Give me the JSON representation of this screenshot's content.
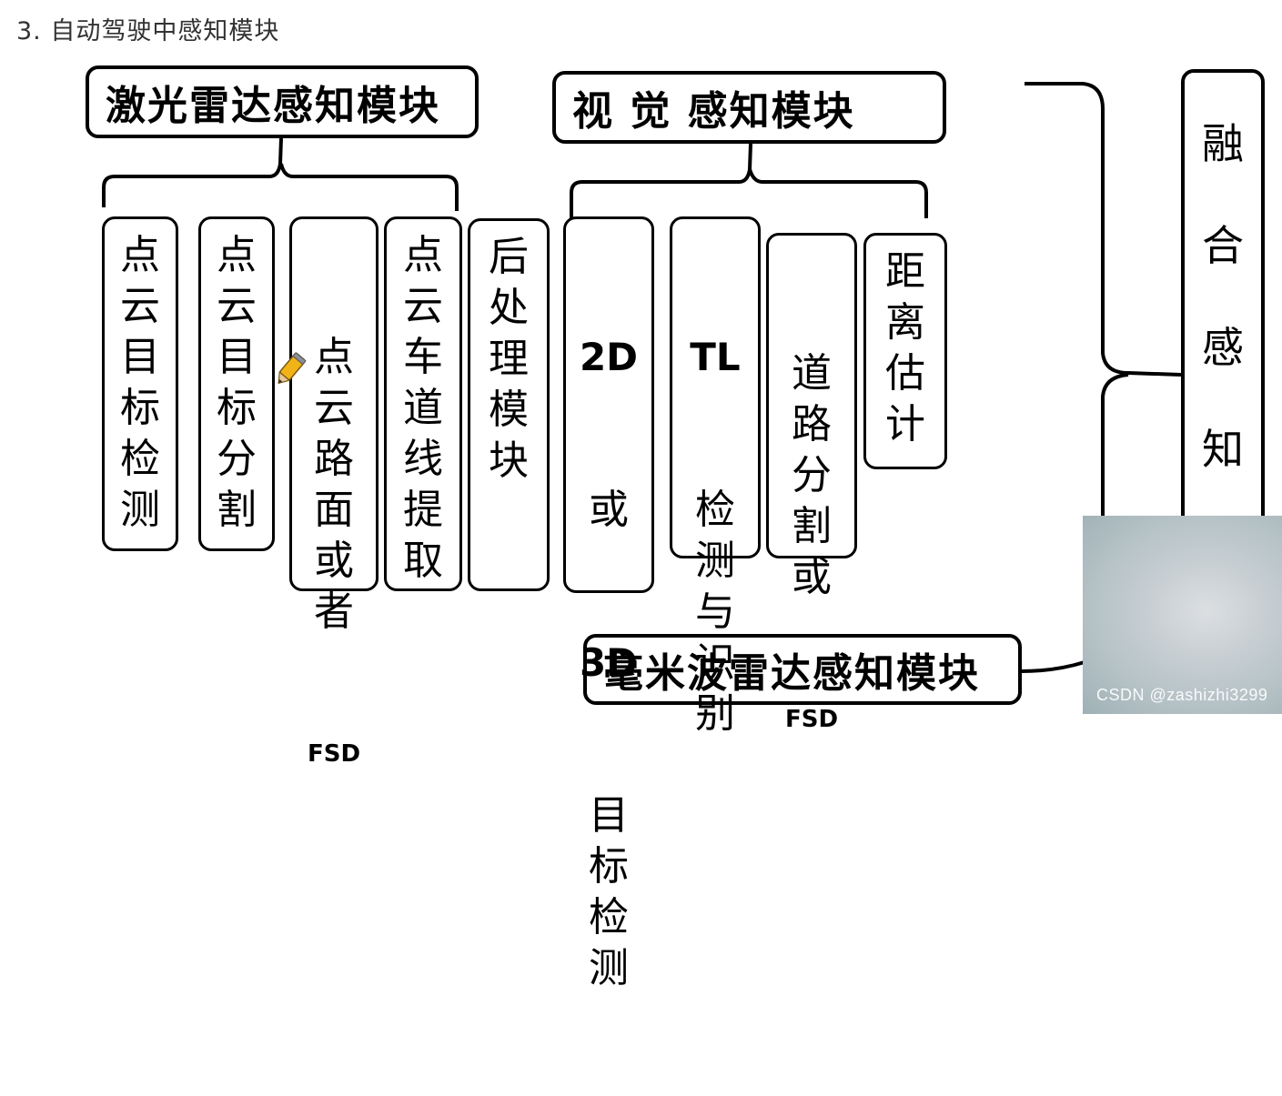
{
  "heading": "3. 自动驾驶中感知模块",
  "lidar_box": "激光雷达感知模块",
  "vision_box": "视 觉 感知模块",
  "radar_box": "毫米波雷达感知模块",
  "fusion_box": "融\n合\n感\n知\n模",
  "lidar_items": [
    "点\n云\n目\n标\n检\n测",
    "点\n云\n目\n标\n分\n割",
    "点\n云\n路\n面\n或\n者",
    "点\n云\n车\n道\n线\n提\n取"
  ],
  "lidar_item3_suffix": "FSD",
  "post_item": "后\n处\n理\n模\n块",
  "vision_items": {
    "detect_prefix_1": "2D",
    "detect_mid": "或",
    "detect_prefix_2": "3D",
    "detect_rest": "目\n标\n检\n测",
    "tl_prefix": "TL",
    "tl_rest": "检\n测\n与\n识\n别",
    "road_seg": "道\n路\n分\n割\n或",
    "road_seg_suffix": "FSD",
    "distance": "距\n离\n估\n计"
  },
  "watermark": "CSDN @zashizhi3299"
}
